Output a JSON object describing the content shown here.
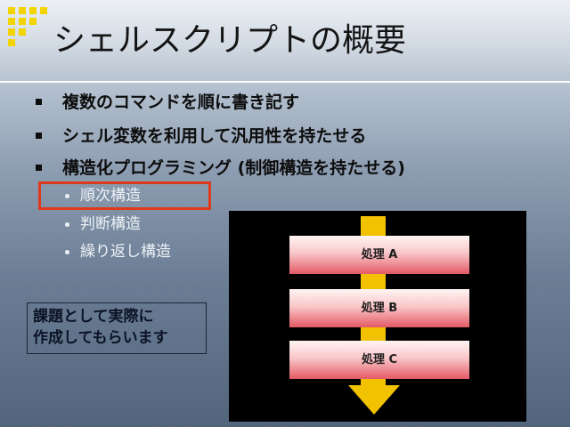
{
  "slide": {
    "title": "シェルスクリプトの概要",
    "bullets": [
      "複数のコマンドを順に書き記す",
      "シェル変数を利用して汎用性を持たせる",
      "構造化プログラミング (制御構造を持たせる)"
    ],
    "sub_items": [
      "順次構造",
      "判断構造",
      "繰り返し構造"
    ],
    "note_lines": [
      "課題として実際に",
      "作成してもらいます"
    ],
    "diagram": {
      "steps": [
        "処理 A",
        "処理 B",
        "処理 C"
      ]
    }
  },
  "colors": {
    "highlight": "#e03a1c",
    "arrow": "#f2c200",
    "logo": "#f2d400",
    "step_fill_top": "#fff4f4",
    "step_fill_bottom": "#e45a66"
  }
}
